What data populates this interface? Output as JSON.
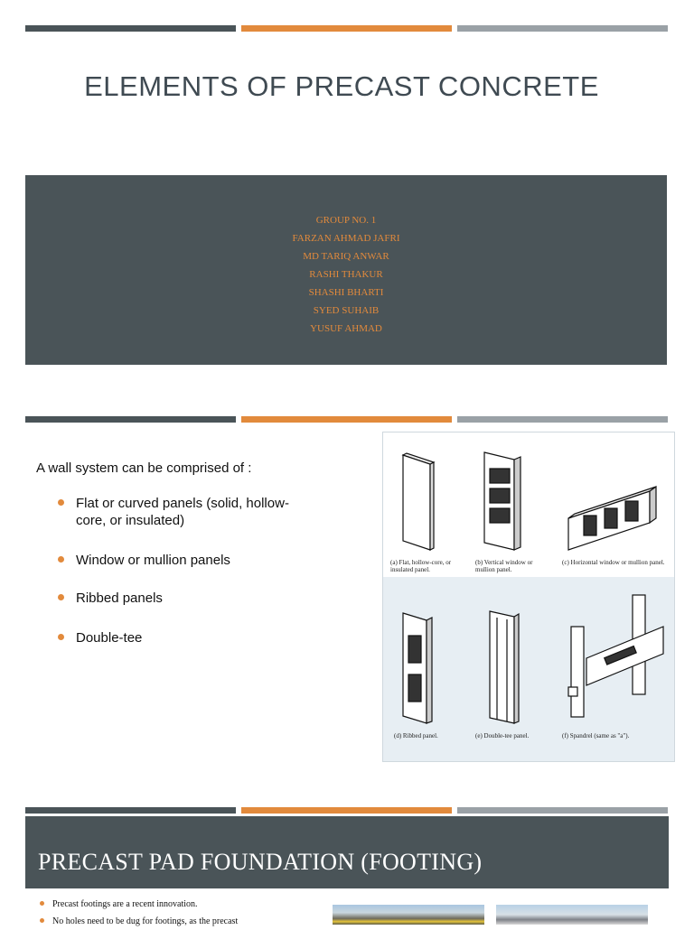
{
  "colors": {
    "dark": "#4a5458",
    "orange": "#e28a3c",
    "gray": "#9aa1a6"
  },
  "slide1": {
    "title": "ELEMENTS OF PRECAST CONCRETE",
    "members": [
      "GROUP NO. 1",
      "FARZAN AHMAD JAFRI",
      "MD TARIQ ANWAR",
      "RASHI THAKUR",
      "SHASHI BHARTI",
      "SYED SUHAIB",
      "YUSUF AHMAD"
    ]
  },
  "slide2": {
    "intro": "A wall system can be comprised of :",
    "bullets": [
      "Flat or curved panels (solid, hollow-core, or insulated)",
      "Window or mullion panels",
      "Ribbed panels",
      "Double-tee"
    ],
    "figure_captions": {
      "a": "(a) Flat, hollow-core, or insulated panel.",
      "b": "(b) Vertical window or mullion panel.",
      "c": "(c) Horizontal window or mullion panel.",
      "d": "(d) Ribbed panel.",
      "e": "(e) Double-tee panel.",
      "f": "(f) Spandrel (same as \"a\")."
    }
  },
  "slide3": {
    "title": "PRECAST PAD FOUNDATION (FOOTING)",
    "bullets": [
      "Precast footings are a recent innovation.",
      "No holes need to be dug for footings, as the precast"
    ]
  }
}
